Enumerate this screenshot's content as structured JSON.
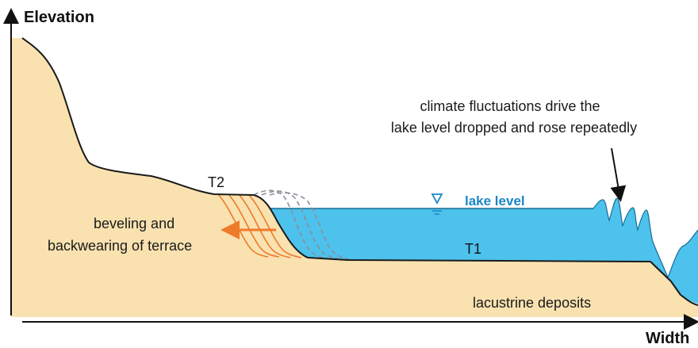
{
  "axes": {
    "y_label": "Elevation",
    "x_label": "Width"
  },
  "labels": {
    "climate_line1": "climate fluctuations drive the",
    "climate_line2": "lake level dropped and rose repeatedly",
    "lake_level": "lake level",
    "t2": "T2",
    "t1": "T1",
    "beveling_line1": "beveling and",
    "beveling_line2": "backwearing of  terrace",
    "deposits": "lacustrine deposits"
  },
  "colors": {
    "land": "#f9e2b0",
    "water": "#4cc2ec",
    "orange": "#ef7a2a",
    "lake_label": "#1b86c9",
    "outline": "#1a1a1a",
    "dashed": "#8b8f9a"
  }
}
